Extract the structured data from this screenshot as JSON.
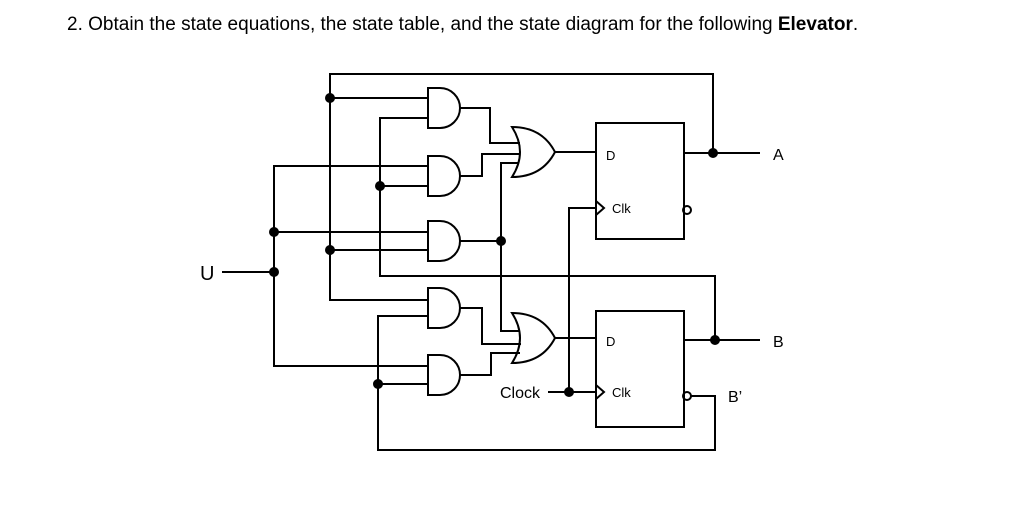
{
  "question": {
    "number": "2.",
    "text": "Obtain the state equations, the state table, and the state diagram for the following",
    "bold_word": "Elevator",
    "end": "."
  },
  "circuit": {
    "input_label": "U",
    "clock_label": "Clock",
    "output_a_label": "A",
    "output_b_label": "B",
    "output_b_complement_label": "B’",
    "ff_a": {
      "d_label": "D",
      "clk_label": "Clk"
    },
    "ff_b": {
      "d_label": "D",
      "clk_label": "Clk"
    }
  }
}
